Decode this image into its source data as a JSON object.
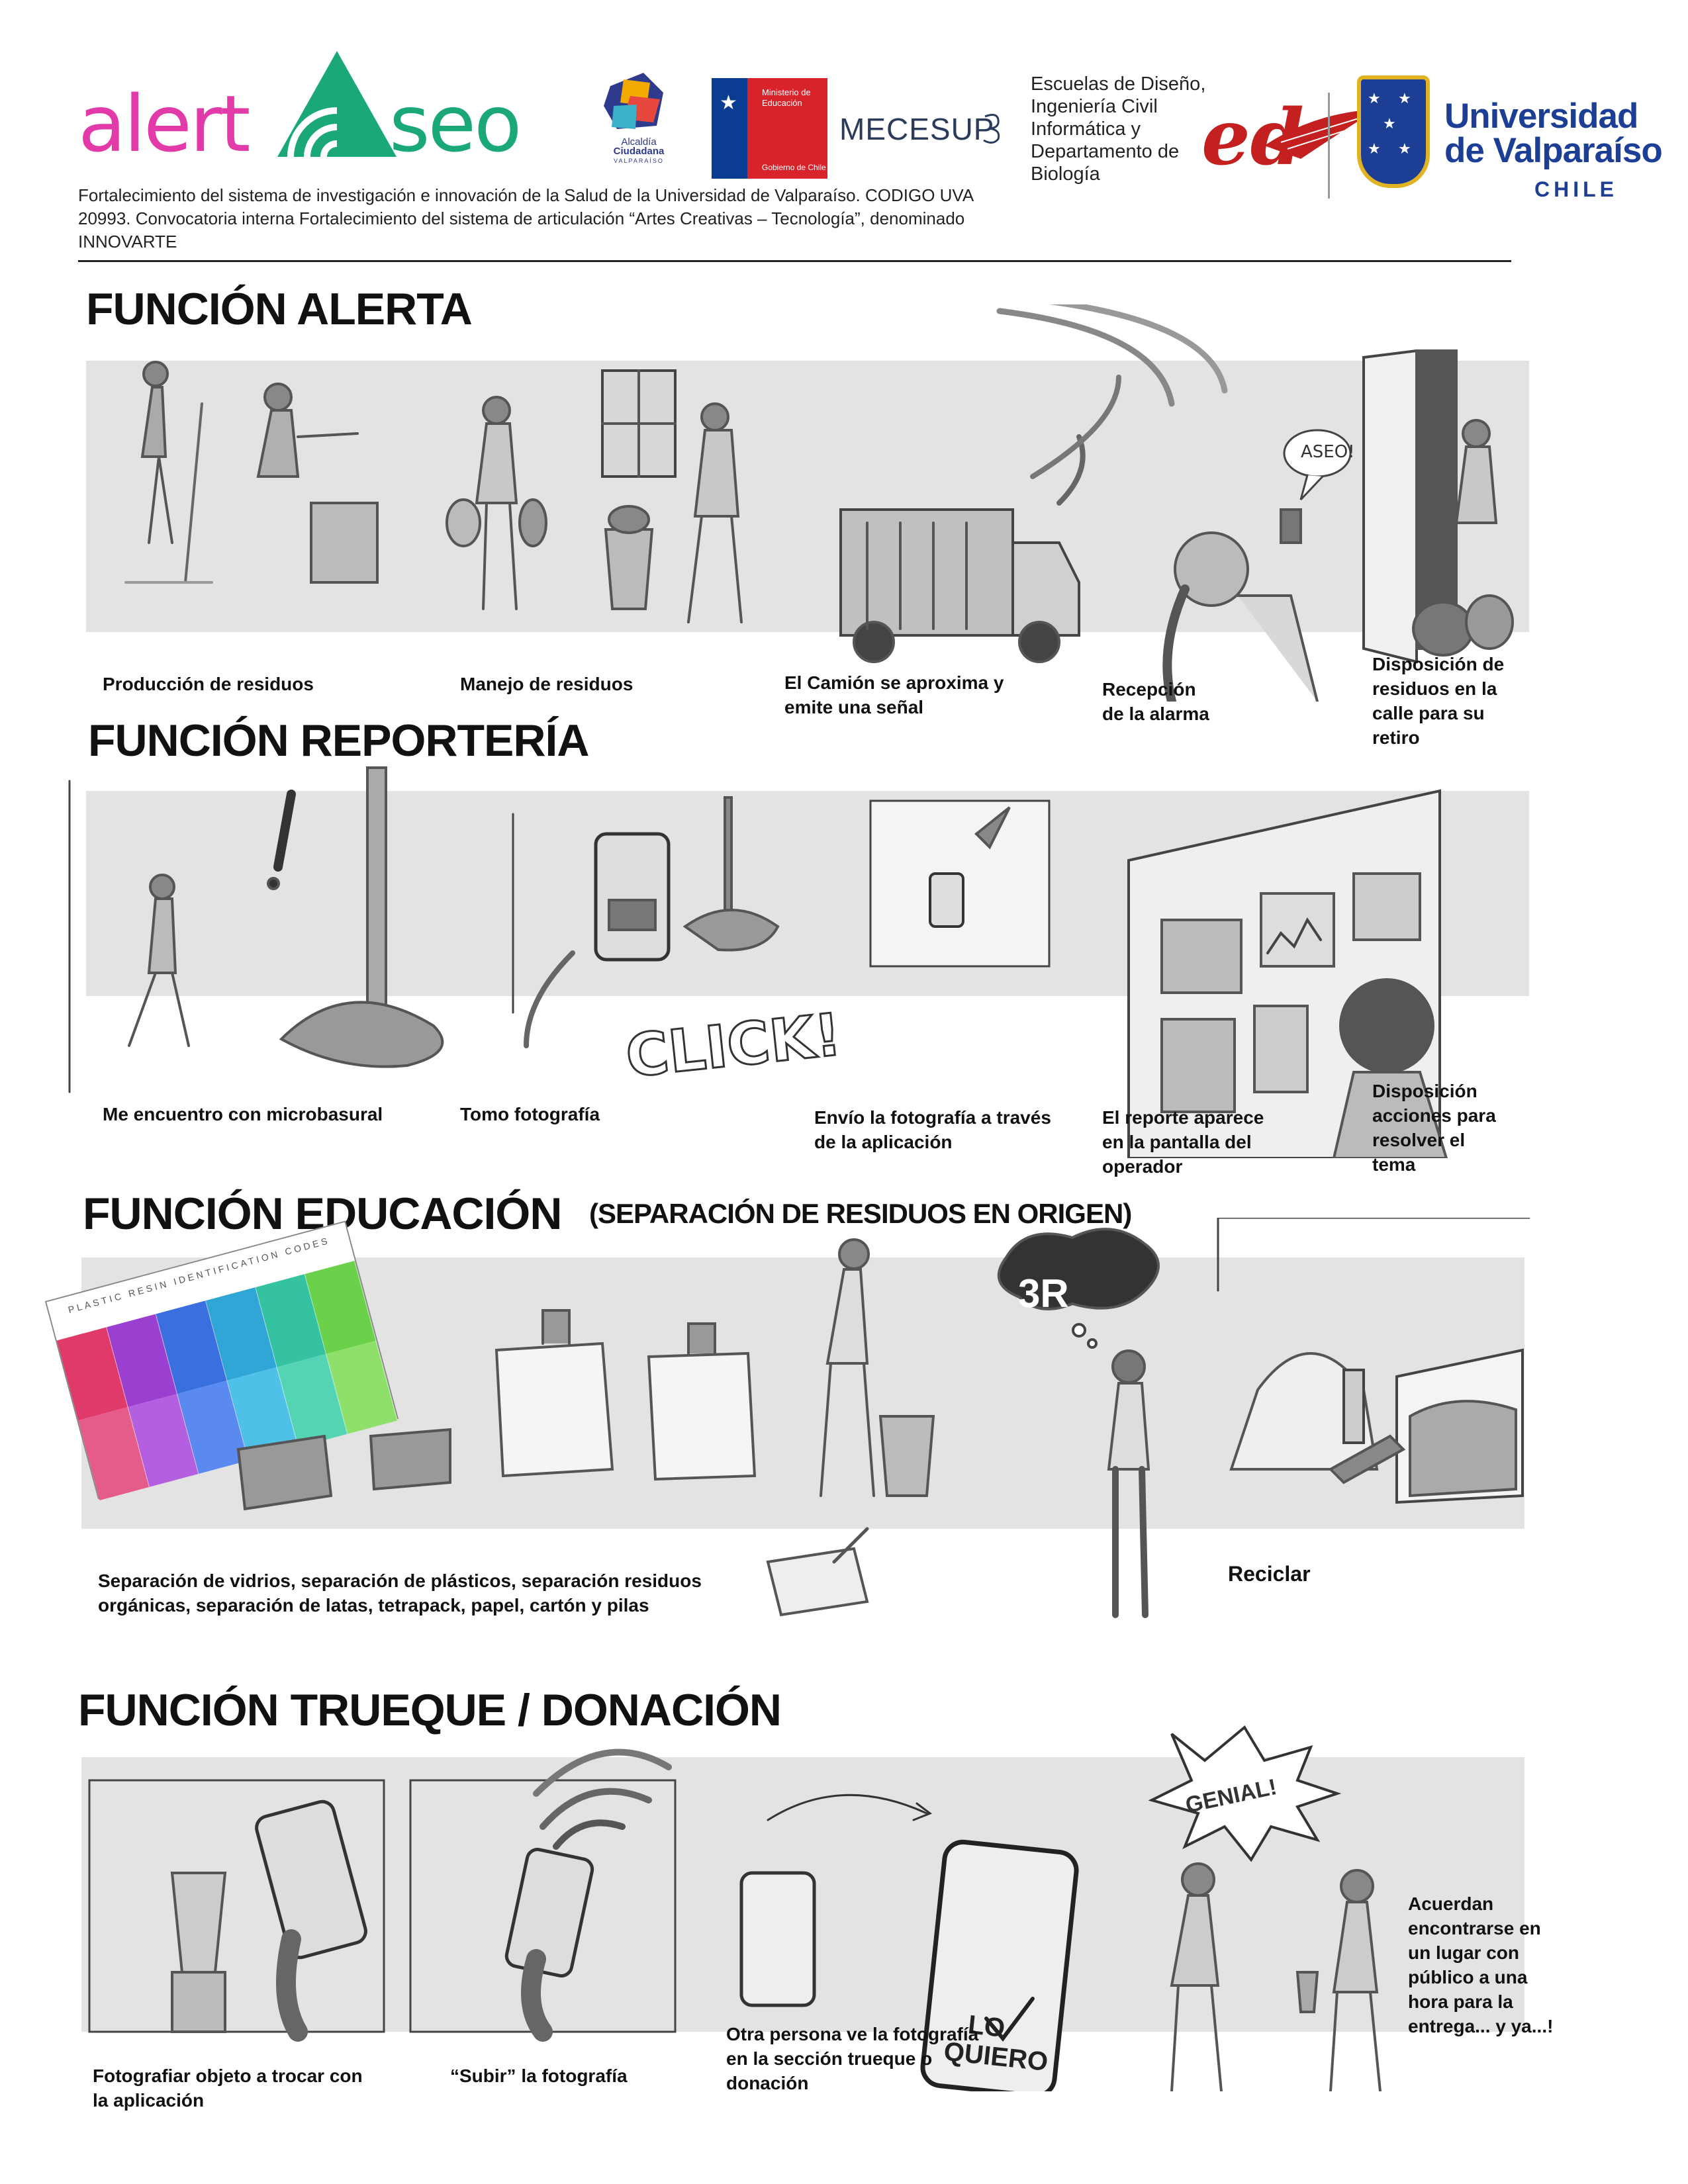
{
  "header": {
    "logo_alert": "alert",
    "logo_seo": "seo",
    "description": "Fortalecimiento del sistema de investigación e innovación de la Salud de la Universidad de Valparaíso. CODIGO UVA 20993. Convocatoria interna Fortalecimiento del sistema de articulación “Artes Creativas – Tecnología”, denominado INNOVARTE",
    "schools": "Escuelas de Diseño, Ingeniería Civil Informática y Departamento de Biología",
    "alcaldia_line1": "Alcaldía",
    "alcaldia_line2": "Ciudadana",
    "alcaldia_line3": "VALPARAÍSO",
    "mineduc_line": "Ministerio de Educación",
    "mineduc_gob": "Gobierno de Chile",
    "mecesup": "MECESUP",
    "ed_logo": "ed",
    "uv_name_1": "Universidad",
    "uv_name_2": "de Valparaíso",
    "uv_chile": "CHILE"
  },
  "sections": {
    "alerta": {
      "title": "FUNCIÓN ALERTA",
      "captions": [
        "Producción de residuos",
        "Manejo de residuos",
        "El Camión se aproxima y emite una señal",
        "Recepción de la alarma",
        "Disposición de residuos en la calle para su retiro"
      ],
      "speech": "ASEO!"
    },
    "reporteria": {
      "title": "FUNCIÓN REPORTERÍA",
      "captions": [
        "Me encuentro con microbasural",
        "Tomo fotografía",
        "Envío la fotografía a través de la aplicación",
        "El reporte aparece en la pantalla del operador",
        "Disposición acciones para resolver el tema"
      ],
      "click": "CLICK!"
    },
    "educacion": {
      "title": "FUNCIÓN EDUCACIÓN",
      "subtitle": "(SEPARACIÓN DE RESIDUOS EN ORIGEN)",
      "captions": [
        "Separación de vidrios, separación de plásticos, separación residuos orgánicas, separación de latas, tetrapack, papel, cartón y pilas",
        "Reciclar"
      ],
      "cloud": "3R",
      "resin_title": "PLASTIC RESIN IDENTIFICATION CODES"
    },
    "trueque": {
      "title": "FUNCIÓN TRUEQUE / DONACIÓN",
      "captions": [
        "Fotografiar objeto a trocar con la aplicación",
        "“Subir” la fotografía",
        "Otra persona ve la fotografía en la sección trueque o donación",
        "Acuerdan encontrarse en un lugar con público a una hora para la entrega... y ya...!"
      ],
      "phone_text_1": "LO",
      "phone_text_2": "QUIERO",
      "burst": "GENIAL!"
    }
  },
  "colors": {
    "magenta": "#e23aa8",
    "green": "#1aa87a",
    "band_gray": "#e3e3e3",
    "uv_blue": "#1c3f95",
    "ed_red": "#c42020"
  }
}
